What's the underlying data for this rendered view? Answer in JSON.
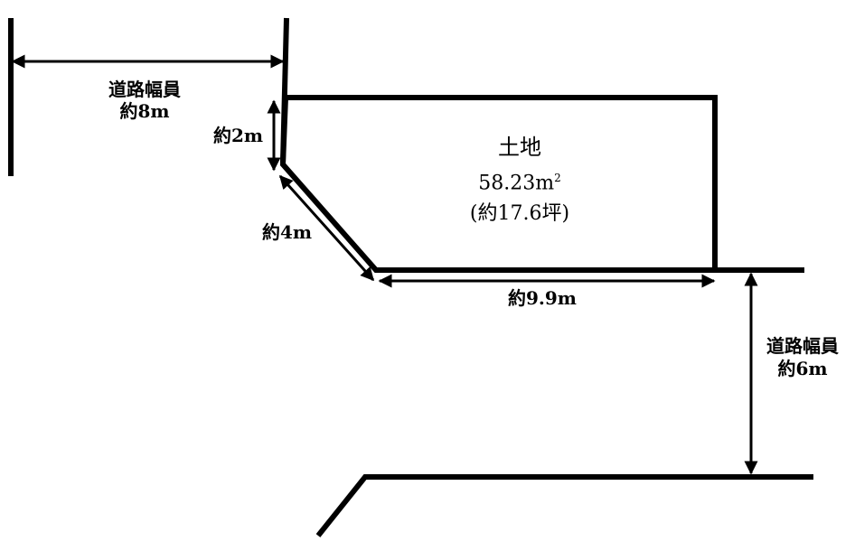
{
  "lot": {
    "name": "土地",
    "area": "58.23m",
    "area_unit_sup": "2",
    "tsubo": "(約17.6坪)"
  },
  "road_north": {
    "title": "道路幅員",
    "width": "約8m"
  },
  "road_east": {
    "title": "道路幅員",
    "width": "約6m"
  },
  "dimensions": {
    "side_2m": "約2m",
    "side_4m": "約4m",
    "side_9_9m": "約9.9m"
  }
}
